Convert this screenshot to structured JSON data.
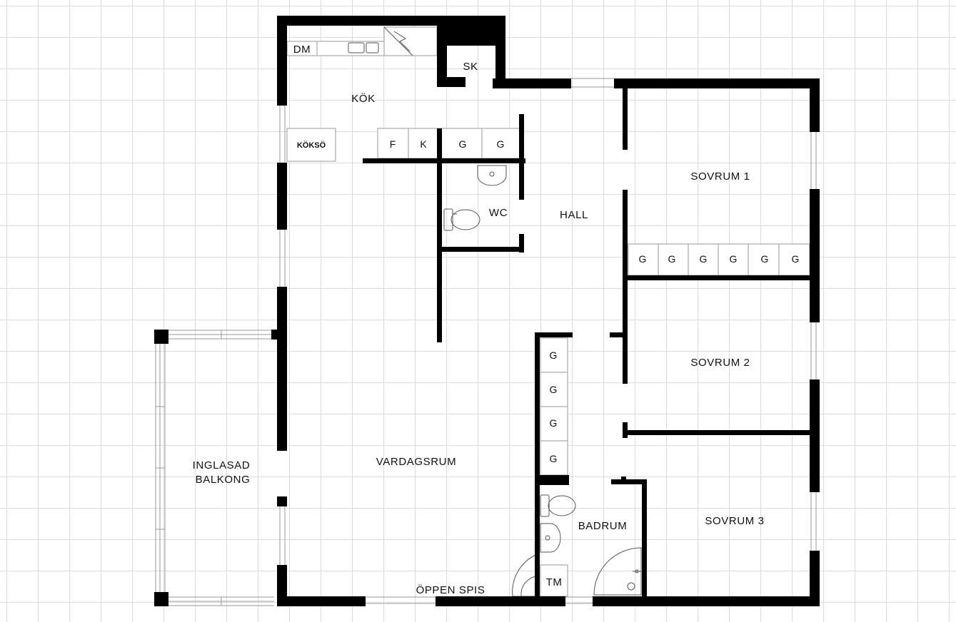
{
  "rooms": {
    "kok": "KÖK",
    "dm": "DM",
    "sk": "SK",
    "koksoe": "KÖKSÖ",
    "wc": "WC",
    "hall": "HALL",
    "sovrum1": "SOVRUM 1",
    "sovrum2": "SOVRUM 2",
    "sovrum3": "SOVRUM 3",
    "vardagsrum": "VARDAGSRUM",
    "balkong_line1": "INGLASAD",
    "balkong_line2": "BALKONG",
    "badrum": "BADRUM",
    "tm": "TM",
    "oppen_spis": "ÖPPEN SPIS"
  },
  "kitchen_units": [
    "F",
    "K",
    "G",
    "G"
  ],
  "bedroom1_closets": [
    "G",
    "G",
    "G",
    "G",
    "G",
    "G"
  ],
  "hall_closets": [
    "G",
    "G",
    "G",
    "G"
  ]
}
